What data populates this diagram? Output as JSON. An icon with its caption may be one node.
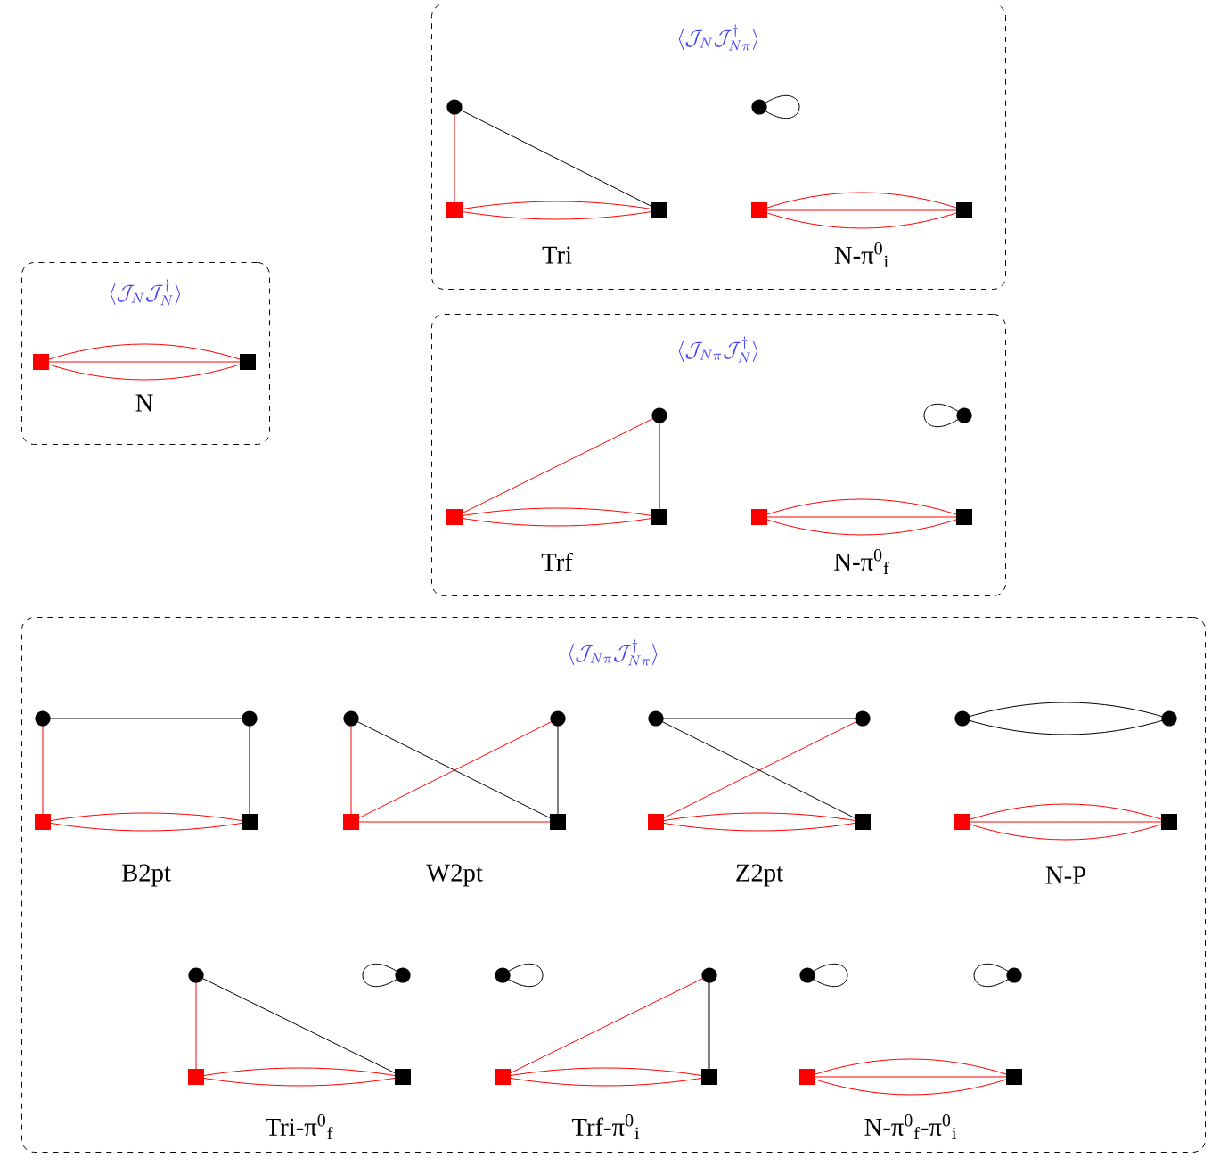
{
  "diagram": {
    "nodes": [
      {
        "text": [
          "\\langle \\mathcal{J}_N \\mathcal{J}_{N\\pi}^\\dagger \\rangle"
        ]
      },
      {
        "text": [
          "Tri"
        ],
        "in": 0
      },
      {
        "text": [
          "N-π$^{0}$$_{i}$"
        ],
        "in": 0
      },
      {
        "text": [
          "\\langle \\mathcal{J}_N \\mathcal{J}_N^\\dagger \\rangle"
        ]
      },
      {
        "text": [
          "N"
        ],
        "in": 3
      },
      {
        "text": [
          "\\langle \\mathcal{J}_{N\\pi} \\mathcal{J}_N^\\dagger \\rangle"
        ]
      },
      {
        "text": [
          "Trf"
        ],
        "in": 5
      },
      {
        "text": [
          "N-π$^{0}$$_{f}$"
        ],
        "in": 5
      },
      {
        "text": [
          "\\langle \\mathcal{J}_{N\\pi} \\mathcal{J}_{N\\pi}^\\dagger \\rangle"
        ]
      },
      {
        "text": [
          "B2pt"
        ],
        "in": 8
      },
      {
        "text": [
          "W2pt"
        ],
        "in": 8
      },
      {
        "text": [
          "Z2pt"
        ],
        "in": 8
      },
      {
        "text": [
          "N-P"
        ],
        "in": 8
      },
      {
        "text": [
          "Tri-π$^{0}$$_{f}$"
        ],
        "in": 8
      },
      {
        "text": [
          "Trf-π$^{0}$$_{i}$"
        ],
        "in": 8
      },
      {
        "text": [
          "N-π$^{0}$$_{f}$-π$^{0}$$_{i}$"
        ],
        "in": 8
      }
    ]
  }
}
